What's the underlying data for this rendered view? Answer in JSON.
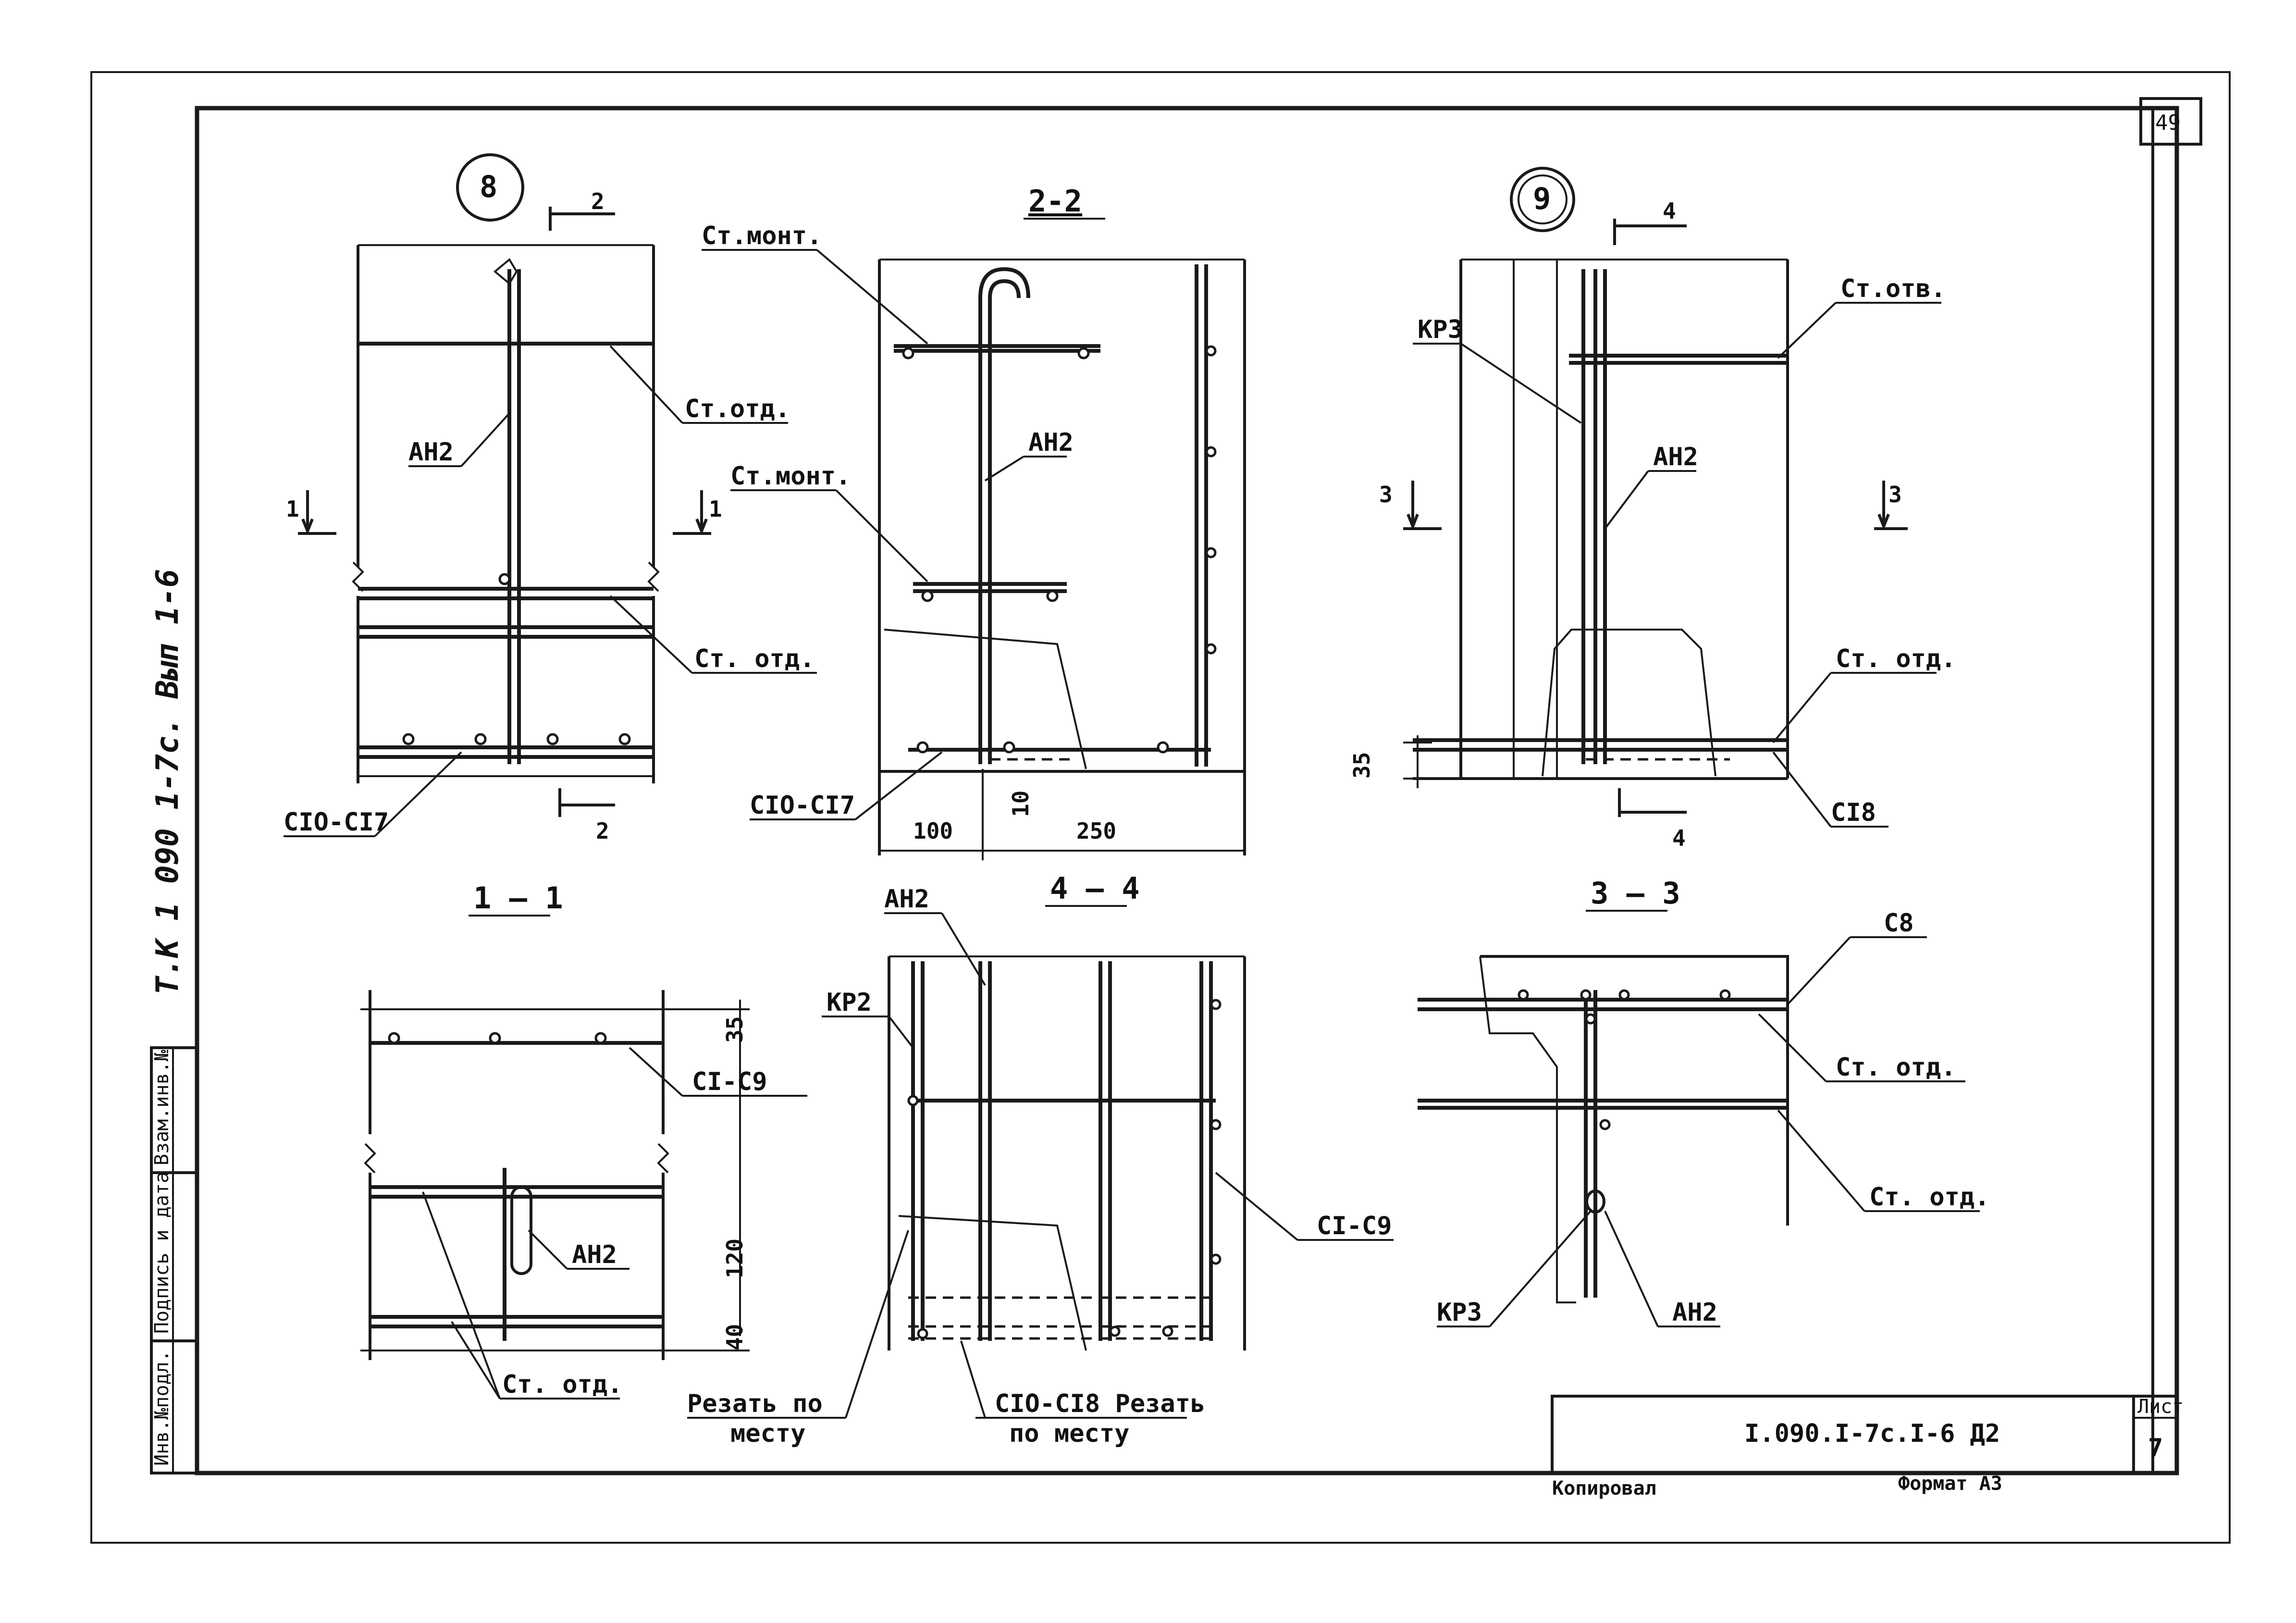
{
  "sheet": {
    "corner_number": "49",
    "side_stamp": "Т.К 1 090 1-7с. Вып 1-6",
    "side_table_rows": [
      "Инв.№подл.",
      "Подпись и дата",
      "Взам.инв.№"
    ]
  },
  "nodes": {
    "node8": "8",
    "node9": "9"
  },
  "section_titles": {
    "s11": "1 – 1",
    "s22": "2-2",
    "s33": "3 – 3",
    "s44": "4 – 4"
  },
  "cut_marks": {
    "c2": "2",
    "c1": "1",
    "c3": "3",
    "c4": "4"
  },
  "labels": {
    "st_otd": "Ст.отд.",
    "st_otd_sp": "Ст. отд.",
    "st_otv": "Ст.отв.",
    "st_mont": "Ст.монт.",
    "ah2": "АН2",
    "kr2": "КР2",
    "kr3": "КР3",
    "c10_c17": "СIO-СI7",
    "c1_c9": "СI-С9",
    "c8": "С8",
    "c18": "СI8",
    "c10_c18": "СIO-СI8 Резать",
    "po_mestu": "по месту",
    "rezat": "Резать по",
    "mestu": "месту"
  },
  "dimensions": {
    "d35": "35",
    "d10": "10",
    "d100": "100",
    "d250": "250",
    "d120": "120",
    "d40": "40"
  },
  "title_block": {
    "code": "I.090.I-7с.I-6 Д2",
    "sheet_label": "Лист",
    "sheet_number": "7",
    "copied": "Копировал",
    "format": "Формат А3"
  }
}
